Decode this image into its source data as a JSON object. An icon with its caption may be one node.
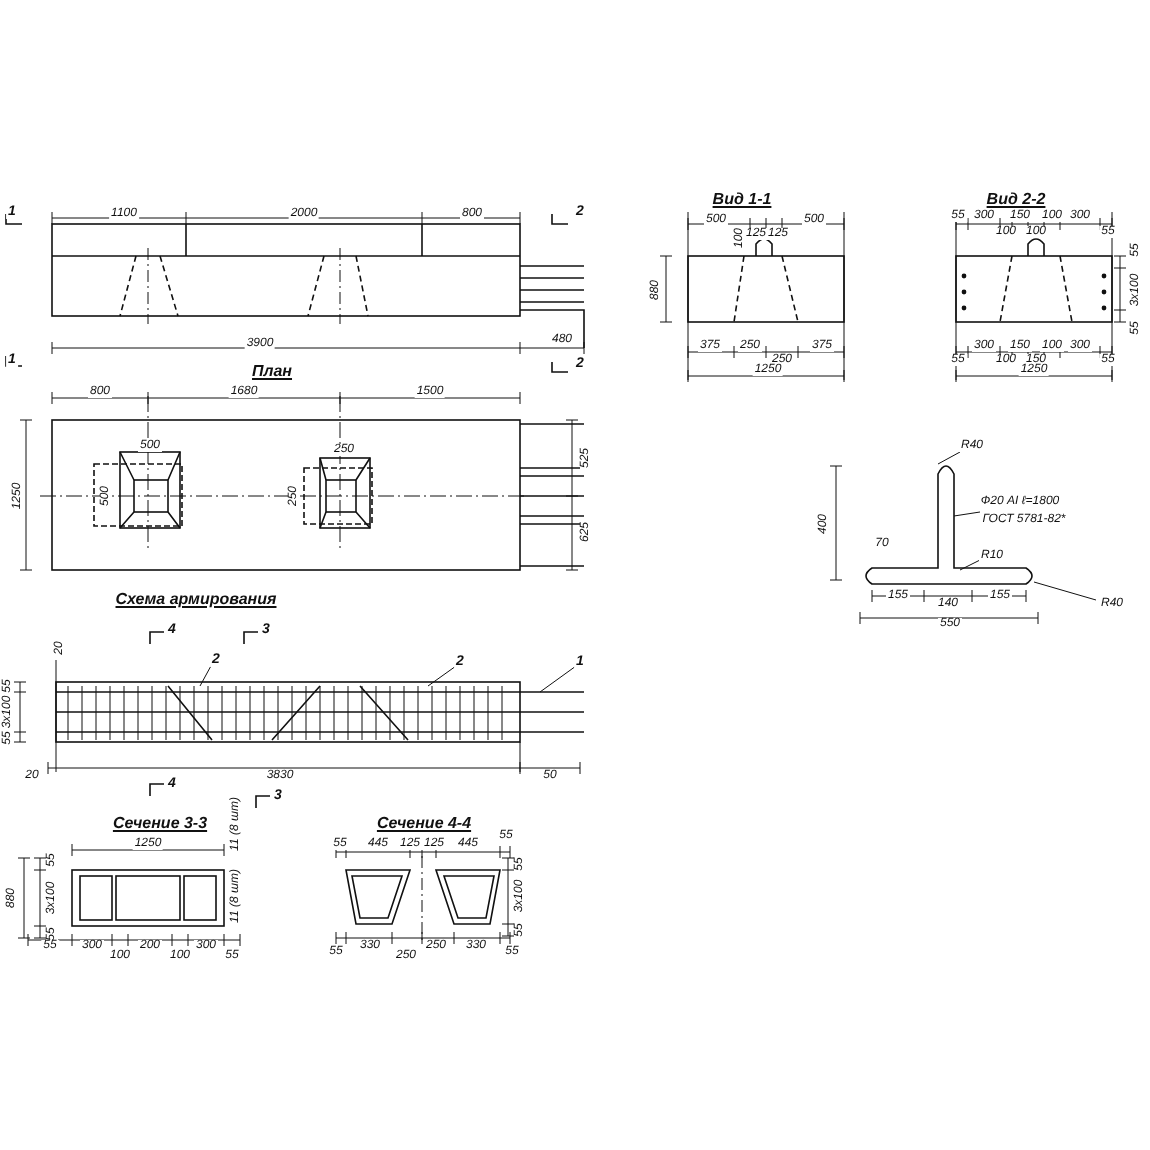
{
  "diagram": {
    "labels": [
      "1",
      "1100",
      "2000",
      "800",
      "2",
      "3900",
      "480",
      "1",
      "План",
      "2",
      "800",
      "1680",
      "1500",
      "500",
      "500",
      "250",
      "250",
      "1250",
      "525",
      "625",
      "Вид 1-1",
      "500",
      "125",
      "125",
      "500",
      "100",
      "880",
      "375",
      "250",
      "250",
      "375",
      "1250",
      "Вид 2-2",
      "55",
      "300",
      "100",
      "150",
      "100",
      "100",
      "300",
      "55",
      "55",
      "3x100",
      "55",
      "55",
      "300",
      "100",
      "150",
      "150",
      "100",
      "300",
      "55",
      "1250",
      "R40",
      "Ф20 АI ℓ=1800",
      "ГОСТ 5781-82*",
      "400",
      "70",
      "R10",
      "155",
      "140",
      "155",
      "550",
      "R40",
      "Схема армирования",
      "20",
      "4",
      "3",
      "2",
      "2",
      "1",
      "55",
      "3x100",
      "55",
      "20",
      "3830",
      "50",
      "4",
      "3",
      "Сечение 3-3",
      "1250",
      "11 (8 шт)",
      "11 (8 шт)",
      "55",
      "880",
      "3x100",
      "55",
      "55",
      "300",
      "100",
      "200",
      "100",
      "300",
      "55",
      "Сечение 4-4",
      "55",
      "445",
      "125",
      "125",
      "445",
      "55",
      "55",
      "3x100",
      "55",
      "55",
      "330",
      "250",
      "250",
      "330",
      "55"
    ]
  }
}
